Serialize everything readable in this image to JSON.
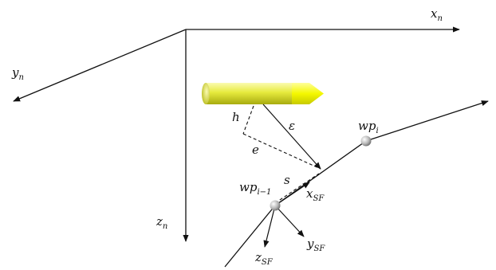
{
  "frame": {
    "x_axis": {
      "base": "x",
      "sub": "n"
    },
    "y_axis": {
      "base": "y",
      "sub": "n"
    },
    "z_axis": {
      "base": "z",
      "sub": "n"
    }
  },
  "serret_frenet": {
    "x_axis": {
      "base": "x",
      "sub": "SF"
    },
    "y_axis": {
      "base": "y",
      "sub": "SF"
    },
    "z_axis": {
      "base": "z",
      "sub": "SF"
    }
  },
  "waypoints": {
    "previous": {
      "base": "wp",
      "sub": "i−1"
    },
    "current": {
      "base": "wp",
      "sub": "i"
    }
  },
  "quantities": {
    "h": "h",
    "e": "e",
    "epsilon": "ε",
    "s": "s"
  },
  "colors": {
    "vehicle_body": "#e3e84a",
    "vehicle_nose": "#f4f800",
    "waypoint": "#bcbcbc",
    "line": "#111111"
  }
}
